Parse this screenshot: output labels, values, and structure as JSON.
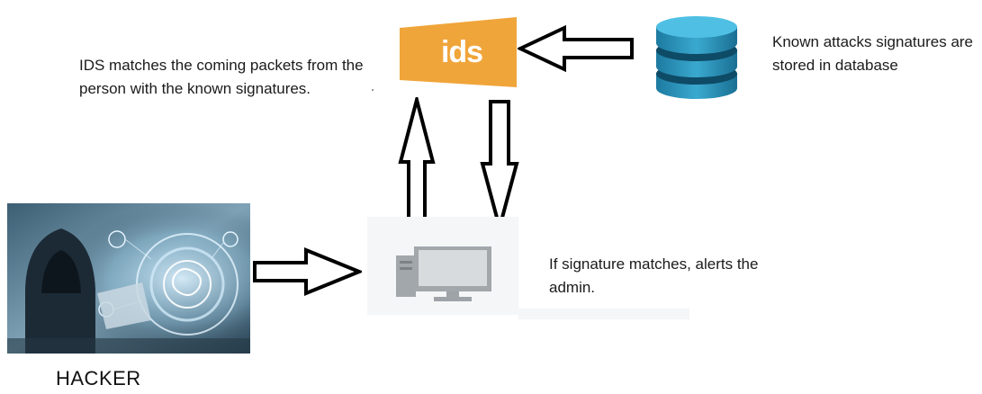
{
  "notes": {
    "ids_match": "IDS matches the coming packets from the person with the known signatures.",
    "db_store": "Known attacks signatures are stored in database",
    "alert": "If signature matches, alerts the admin."
  },
  "labels": {
    "hacker": "HACKER",
    "ids_logo": "ids"
  },
  "colors": {
    "ids_orange": "#f0a53a",
    "db_teal": "#2a8eb3",
    "db_dark": "#0e4b66",
    "pc_gray": "#9ea3a8",
    "arrow_stroke": "#000000"
  },
  "icons": {
    "ids": "ids-logo-icon",
    "database": "database-icon",
    "computer": "desktop-computer-icon",
    "hacker": "hacker-image"
  }
}
